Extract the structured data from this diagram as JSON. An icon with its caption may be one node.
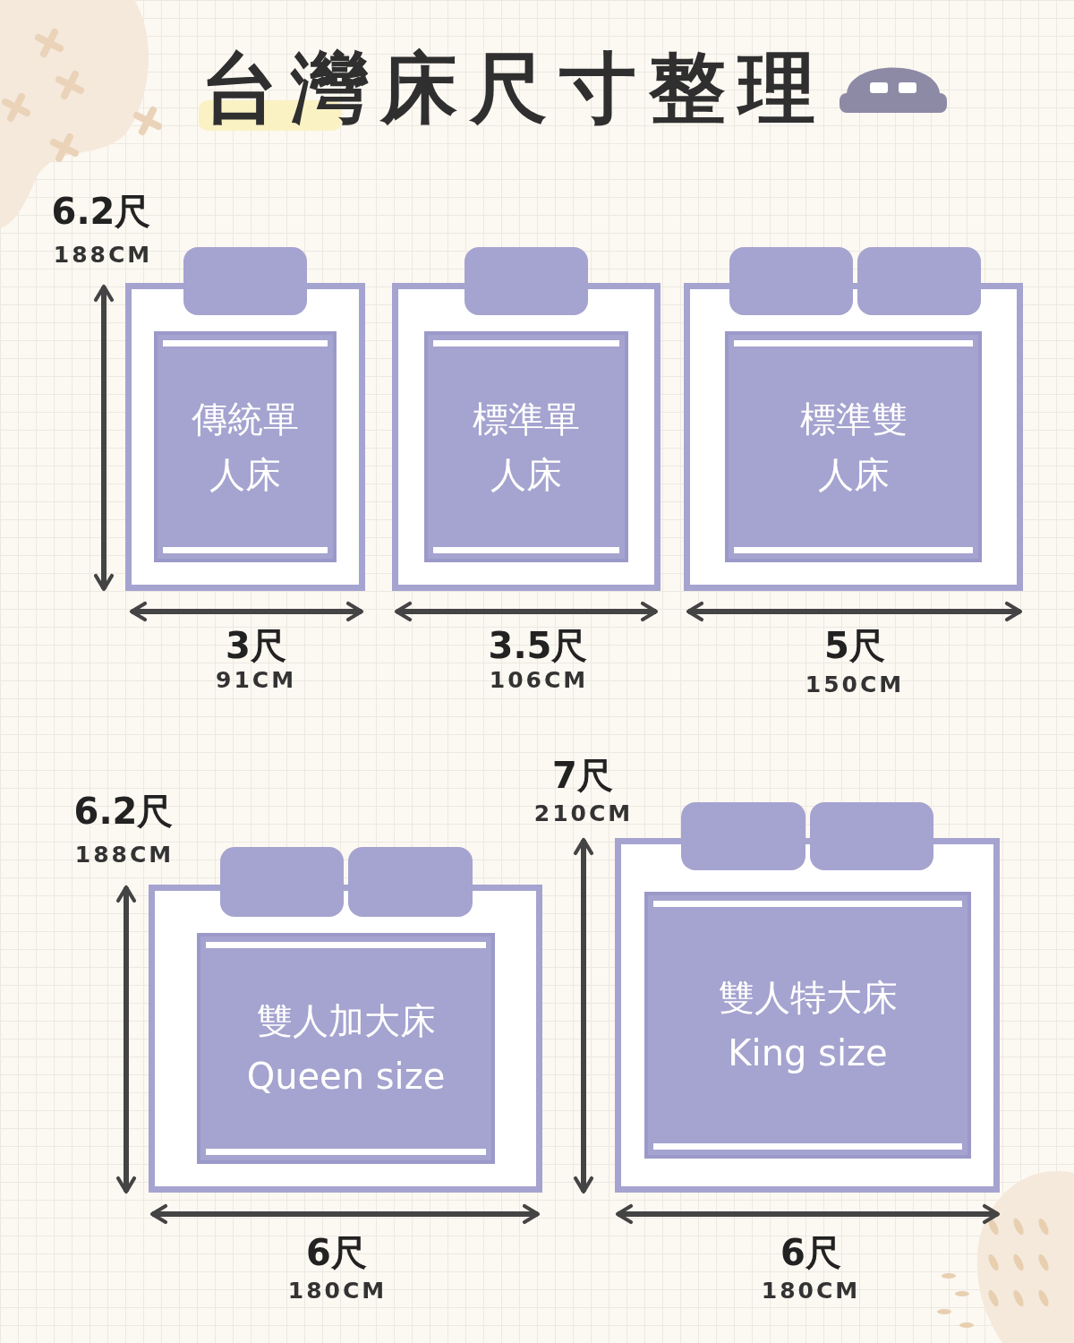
{
  "diagram": {
    "title": "台灣床尺寸整理",
    "nodes": [
      {
        "text": [
          "傳統單人床"
        ]
      },
      {
        "text": [
          "標準單人床"
        ]
      },
      {
        "text": [
          "標準雙人床"
        ]
      },
      {
        "text": [
          "雙人加大床 Queen size"
        ]
      },
      {
        "text": [
          "雙人特大床 King size"
        ]
      }
    ],
    "labels": [
      "6.2尺",
      "188CM",
      "3尺",
      "91CM",
      "3.5尺",
      "106CM",
      "5尺",
      "150CM",
      "6.2尺",
      "188CM",
      "7尺",
      "210CM",
      "6尺",
      "180CM",
      "6尺",
      "180CM"
    ]
  }
}
